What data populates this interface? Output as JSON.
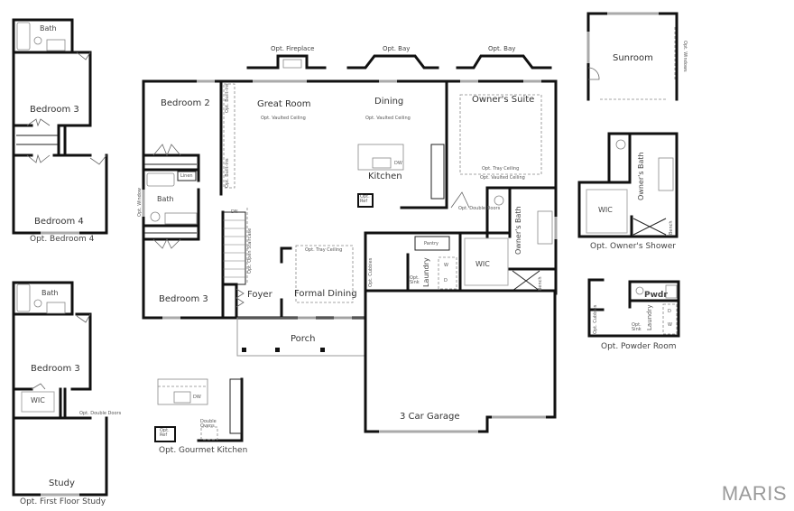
{
  "watermark": "MARIS",
  "main_plan": {
    "rooms": {
      "bedroom2": "Bedroom 2",
      "great_room": "Great Room",
      "great_room_note": "Opt. Vaulted Ceiling",
      "dining": "Dining",
      "dining_note": "Opt. Vaulted Ceiling",
      "owners_suite": "Owner's Suite",
      "owners_suite_note1": "Opt. Tray Ceiling",
      "owners_suite_note2": "Opt. Vaulted Ceiling",
      "kitchen": "Kitchen",
      "dw": "DW",
      "opt_ref": "Opt. Ref",
      "bath": "Bath",
      "linen": "Linen",
      "bedroom3": "Bedroom 3",
      "foyer": "Foyer",
      "formal_dining": "Formal Dining",
      "formal_dining_note": "Opt. Tray Ceiling",
      "porch": "Porch",
      "pantry": "Pantry",
      "laundry": "Laundry",
      "washer": "W",
      "dryer": "D",
      "opt_sink": "Opt. Sink",
      "opt_cubbies": "Opt. Cubbies",
      "wic": "WIC",
      "owners_bath": "Owner's Bath",
      "bench": "Bench",
      "garage": "3 Car Garage",
      "dn": "DN",
      "opt_open_staircase": "Opt. Open Staircase",
      "opt_built_ins_1": "Opt. Built-Ins",
      "opt_built_ins_2": "Opt. Built-Ins",
      "opt_window": "Opt. Window",
      "opt_double_doors": "Opt. Double Doors"
    },
    "options_top": {
      "fireplace": "Opt. Fireplace",
      "bay1": "Opt. Bay",
      "bay2": "Opt. Bay"
    }
  },
  "option_plans": [
    {
      "id": "bedroom4",
      "caption": "Opt. Bedroom 4",
      "rooms": [
        "Bath",
        "Bedroom 3",
        "Bedroom 4"
      ]
    },
    {
      "id": "study",
      "caption": "Opt. First Floor Study",
      "rooms": [
        "Bath",
        "Bedroom 3",
        "WIC",
        "Study"
      ],
      "note": "Opt. Double Doors"
    },
    {
      "id": "gourmet",
      "caption": "Opt. Gourmet Kitchen",
      "rooms": [
        "DW",
        "Opt. Ref",
        "Double Ovens"
      ]
    },
    {
      "id": "sunroom",
      "caption": "Sunroom",
      "note": "Opt. Windows"
    },
    {
      "id": "owners_shower",
      "caption": "Opt. Owner's Shower",
      "rooms": [
        "WIC",
        "Owner's Bath",
        "Bench"
      ]
    },
    {
      "id": "powder",
      "caption": "Opt. Powder Room",
      "rooms": [
        "Pwdr",
        "Laundry",
        "D",
        "W",
        "Opt. Sink",
        "Opt. Cubbies"
      ]
    }
  ]
}
